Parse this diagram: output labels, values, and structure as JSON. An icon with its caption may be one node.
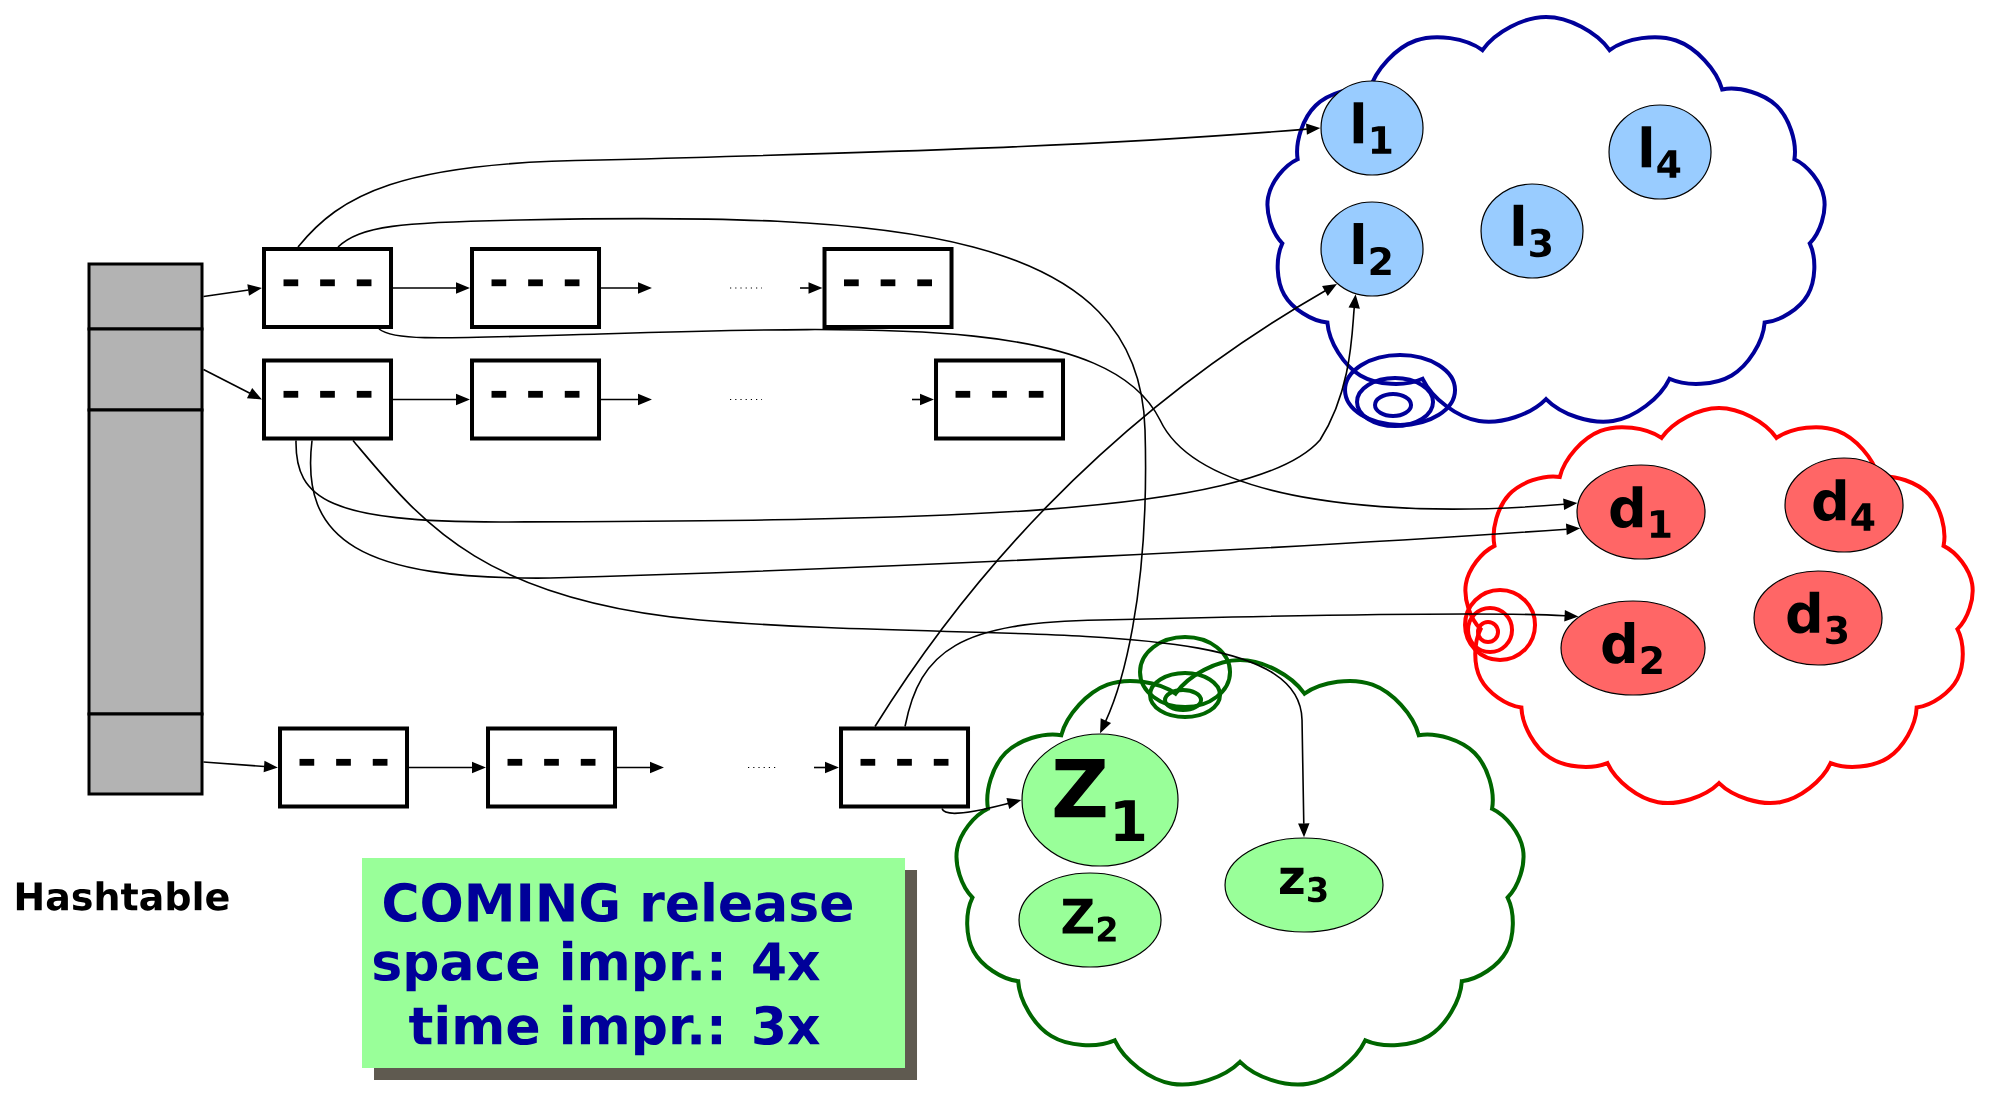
{
  "diagram": {
    "nodes": [
      {
        "text": [],
        "shape": "box"
      },
      {
        "text": [],
        "shape": "box"
      },
      {
        "text": [],
        "shape": "box"
      },
      {
        "text": [],
        "shape": "box"
      },
      {
        "text": [
          "- - -"
        ]
      },
      {
        "text": [
          "- - -"
        ]
      },
      {
        "text": [
          "- - -"
        ]
      },
      {
        "text": [
          "- - -"
        ]
      },
      {
        "text": [
          "- - -"
        ]
      },
      {
        "text": [
          "- - -"
        ]
      },
      {
        "text": [
          "- - -"
        ]
      },
      {
        "text": [
          "- - -"
        ]
      },
      {
        "text": [
          "- - -"
        ]
      },
      {
        "text": [],
        "shape": "cloud"
      },
      {
        "text": [
          "l$_{1}$"
        ],
        "in": 13
      },
      {
        "text": [
          "l$_{2}$"
        ],
        "in": 13
      },
      {
        "text": [
          "l$_{3}$"
        ],
        "in": 13
      },
      {
        "text": [
          "l$_{4}$"
        ],
        "in": 13
      },
      {
        "text": [],
        "shape": "cloud"
      },
      {
        "text": [
          "d$_{1}$"
        ],
        "in": 18
      },
      {
        "text": [
          "d$_{4}$"
        ],
        "in": 18
      },
      {
        "text": [
          "d$_{2}$"
        ],
        "in": 18
      },
      {
        "text": [
          "d$_{3}$"
        ],
        "in": 18
      },
      {
        "text": [],
        "shape": "cloud"
      },
      {
        "text": [
          "Z$_{1}$"
        ],
        "in": 23
      },
      {
        "text": [
          "Z$_{2}$"
        ],
        "in": 23
      },
      {
        "text": [
          "z$_{3}$"
        ],
        "in": 23
      },
      {
        "text": [
          "COMING release",
          "space impr.: 4x",
          "time impr.: 3x"
        ]
      }
    ],
    "edges": [
      {
        "from": 0,
        "to": 4,
        "arrow": "to"
      },
      {
        "from": 1,
        "to": 7,
        "arrow": "to"
      },
      {
        "from": 3,
        "to": 10,
        "arrow": "to"
      },
      {
        "from": 4,
        "to": 5,
        "arrow": "to"
      },
      {
        "from": 5,
        "to": null,
        "arrow": "to"
      },
      {
        "from": null,
        "to": 6,
        "arrow": "to"
      },
      {
        "from": 7,
        "to": 8,
        "arrow": "to"
      },
      {
        "from": 8,
        "to": null,
        "arrow": "to"
      },
      {
        "from": null,
        "to": 9,
        "arrow": "to"
      },
      {
        "from": 10,
        "to": 11,
        "arrow": "to"
      },
      {
        "from": 11,
        "to": null,
        "arrow": "to"
      },
      {
        "from": null,
        "to": 12,
        "arrow": "to"
      },
      {
        "from": 4,
        "to": 14,
        "arrow": "to"
      },
      {
        "from": 4,
        "to": 24,
        "arrow": "to"
      },
      {
        "from": 4,
        "to": 19,
        "arrow": "to"
      },
      {
        "from": 7,
        "to": 15,
        "arrow": "to"
      },
      {
        "from": 7,
        "to": 19,
        "arrow": "to"
      },
      {
        "from": 7,
        "to": 26,
        "arrow": "to"
      },
      {
        "from": 12,
        "to": 15,
        "arrow": "to"
      },
      {
        "from": 12,
        "to": 21,
        "arrow": "to"
      },
      {
        "from": 12,
        "to": 24,
        "arrow": "to"
      }
    ],
    "labels": [
      "Hashtable"
    ]
  }
}
